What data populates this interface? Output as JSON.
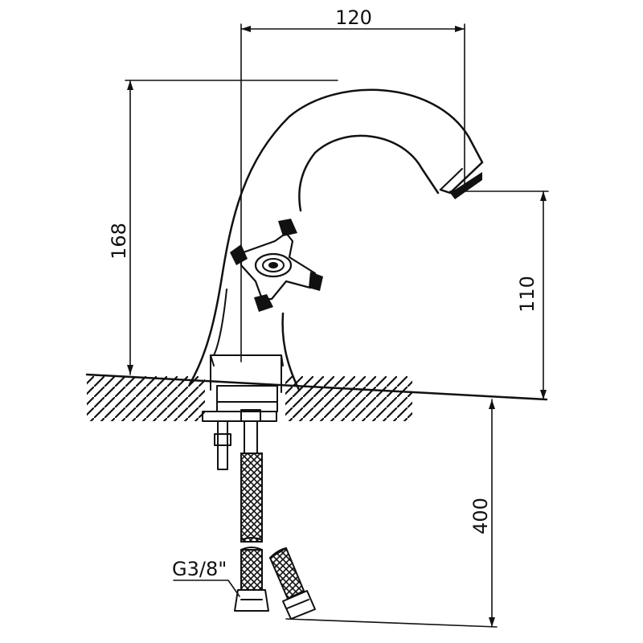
{
  "dimensions": {
    "spout_reach": "120",
    "total_height": "168",
    "spout_height": "110",
    "hose_length": "400"
  },
  "thread_label": "G3/8\"",
  "colors": {
    "ink": "#111111",
    "paper": "#ffffff"
  }
}
